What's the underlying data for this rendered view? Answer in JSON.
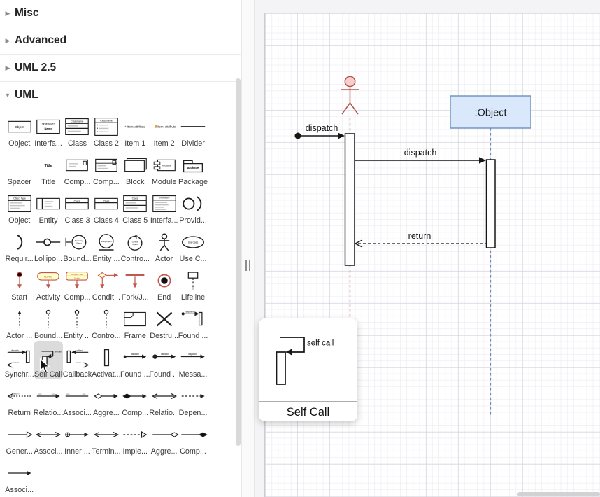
{
  "sidebar": {
    "sections": [
      {
        "label": "Misc",
        "expanded": false
      },
      {
        "label": "Advanced",
        "expanded": false
      },
      {
        "label": "UML 2.5",
        "expanded": false
      },
      {
        "label": "UML",
        "expanded": true
      }
    ],
    "shapes": [
      {
        "label": "Object",
        "icon": "uml-object-icon",
        "text": "Object"
      },
      {
        "label": "Interfa...",
        "icon": "uml-interface-icon",
        "texts": [
          "«interface»",
          "Name"
        ]
      },
      {
        "label": "Class",
        "icon": "uml-class-icon",
        "text": "Classname"
      },
      {
        "label": "Class 2",
        "icon": "uml-class2-icon",
        "text": "Classname"
      },
      {
        "label": "Item 1",
        "icon": "uml-item1-icon",
        "text": "+ item: attribute"
      },
      {
        "label": "Item 2",
        "icon": "uml-item2-icon",
        "text": "item: attribute"
      },
      {
        "label": "Divider",
        "icon": "uml-divider-icon"
      },
      {
        "label": "Spacer",
        "icon": "uml-spacer-icon"
      },
      {
        "label": "Title",
        "icon": "uml-title-icon",
        "text": "Title"
      },
      {
        "label": "Comp...",
        "icon": "uml-component-icon"
      },
      {
        "label": "Comp...",
        "icon": "uml-component2-icon"
      },
      {
        "label": "Block",
        "icon": "uml-block-icon"
      },
      {
        "label": "Module",
        "icon": "uml-module-icon",
        "text": "Module"
      },
      {
        "label": "Package",
        "icon": "uml-package-icon",
        "text": "package"
      },
      {
        "label": "Object",
        "icon": "uml-object2-icon",
        "text": "Object Type"
      },
      {
        "label": "Entity",
        "icon": "uml-entity-icon"
      },
      {
        "label": "Class 3",
        "icon": "uml-class3-icon",
        "text": "Class"
      },
      {
        "label": "Class 4",
        "icon": "uml-class4-icon",
        "text": "Class"
      },
      {
        "label": "Class 5",
        "icon": "uml-class5-icon",
        "text": "Class"
      },
      {
        "label": "Interfa...",
        "icon": "uml-interface2-icon",
        "text": "«interface»"
      },
      {
        "label": "Provid...",
        "icon": "uml-provided-interface-icon"
      },
      {
        "label": "Requir...",
        "icon": "uml-required-interface-icon"
      },
      {
        "label": "Lollipo...",
        "icon": "uml-lollipop-icon"
      },
      {
        "label": "Bound...",
        "icon": "uml-boundary-object-icon",
        "texts": [
          "Boundary",
          "Object"
        ]
      },
      {
        "label": "Entity ...",
        "icon": "uml-entity-object-icon",
        "text": "Entity Object"
      },
      {
        "label": "Contro...",
        "icon": "uml-control-object-icon",
        "texts": [
          "Control",
          "Object"
        ]
      },
      {
        "label": "Actor",
        "icon": "uml-actor-icon"
      },
      {
        "label": "Use C...",
        "icon": "uml-use-case-icon",
        "text": "Use Case"
      },
      {
        "label": "Start",
        "icon": "uml-start-icon"
      },
      {
        "label": "Activity",
        "icon": "uml-activity-icon",
        "text": "Activity"
      },
      {
        "label": "Comp...",
        "icon": "uml-composite-state-icon",
        "texts": [
          "Composite State",
          "Enable"
        ]
      },
      {
        "label": "Condit...",
        "icon": "uml-conditional-icon"
      },
      {
        "label": "Fork/J...",
        "icon": "uml-fork-join-icon"
      },
      {
        "label": "End",
        "icon": "uml-end-icon"
      },
      {
        "label": "Lifeline",
        "icon": "uml-lifeline-icon"
      },
      {
        "label": "Actor ...",
        "icon": "uml-actor-lifeline-icon"
      },
      {
        "label": "Bound...",
        "icon": "uml-boundary-lifeline-icon"
      },
      {
        "label": "Entity ...",
        "icon": "uml-entity-lifeline-icon"
      },
      {
        "label": "Contro...",
        "icon": "uml-control-lifeline-icon"
      },
      {
        "label": "Frame",
        "icon": "uml-frame-icon"
      },
      {
        "label": "Destru...",
        "icon": "uml-destruction-icon"
      },
      {
        "label": "Found ...",
        "icon": "uml-found-message-icon",
        "text": "dispatch"
      },
      {
        "label": "Synchr...",
        "icon": "uml-synchronous-icon",
        "texts": [
          "dispatch",
          "return"
        ]
      },
      {
        "label": "Self Call",
        "icon": "uml-self-call-icon",
        "text": "self call",
        "selected": true
      },
      {
        "label": "Callback",
        "icon": "uml-callback-icon",
        "texts": [
          "callback",
          "return"
        ]
      },
      {
        "label": "Activat...",
        "icon": "uml-activation-icon"
      },
      {
        "label": "Found ...",
        "icon": "uml-found-dispatch-icon",
        "text": "dispatch"
      },
      {
        "label": "Found ...",
        "icon": "uml-found-dispatch2-icon",
        "text": "dispatch"
      },
      {
        "label": "Messa...",
        "icon": "uml-message-icon",
        "text": "dispatch"
      },
      {
        "label": "Return",
        "icon": "uml-return-icon",
        "text": "return"
      },
      {
        "label": "Relatio...",
        "icon": "uml-relation-icon"
      },
      {
        "label": "Associ...",
        "icon": "uml-association2-icon"
      },
      {
        "label": "Aggre...",
        "icon": "uml-aggregation-icon"
      },
      {
        "label": "Comp...",
        "icon": "uml-composition-icon"
      },
      {
        "label": "Relatio...",
        "icon": "uml-relation2-icon"
      },
      {
        "label": "Depen...",
        "icon": "uml-dependency-icon"
      },
      {
        "label": "Gener...",
        "icon": "uml-generalization-icon"
      },
      {
        "label": "Associ...",
        "icon": "uml-association-icon"
      },
      {
        "label": "Inner ...",
        "icon": "uml-inner-class-icon"
      },
      {
        "label": "Termin...",
        "icon": "uml-terminate-icon"
      },
      {
        "label": "Imple...",
        "icon": "uml-implementation-icon"
      },
      {
        "label": "Aggre...",
        "icon": "uml-aggregation2-icon"
      },
      {
        "label": "Comp...",
        "icon": "uml-composition2-icon"
      },
      {
        "label": "Associ...",
        "icon": "uml-association3-icon"
      }
    ]
  },
  "tooltip": {
    "preview_text": "self call",
    "title": "Self Call"
  },
  "canvas": {
    "object_label": ":Object",
    "message1_label": "dispatch",
    "message2_label": "dispatch",
    "return_label": "return"
  },
  "colors": {
    "object_fill": "#dae8fc",
    "object_stroke": "#6c8ebf",
    "actor_stroke": "#b5564d",
    "actor_fill": "#f8cecc",
    "palette_red": "#c1584f",
    "palette_yellow": "#ffffc9",
    "selection_gray": "#dbdbdb"
  }
}
